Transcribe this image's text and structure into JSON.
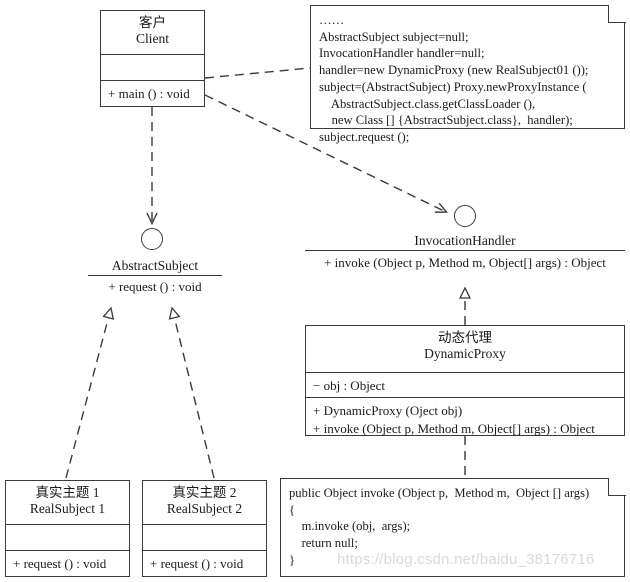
{
  "diagram": {
    "title": "Dynamic Proxy UML class diagram",
    "stroke_color": "#3a3a3a",
    "background": "#ffffff"
  },
  "classes": {
    "client": {
      "name_cn": "客户",
      "name_en": "Client",
      "attributes": [],
      "operations": [
        "+ main () : void"
      ]
    },
    "dynamic_proxy": {
      "name_cn": "动态代理",
      "name_en": "DynamicProxy",
      "attributes": [
        "− obj : Object"
      ],
      "operations": [
        "+ DynamicProxy (Oject obj)",
        "+ invoke (Object p, Method m, Object[] args) : Object"
      ]
    },
    "real_subject_1": {
      "name_cn": "真实主题 1",
      "name_en": "RealSubject 1",
      "attributes": [],
      "operations": [
        "+ request () : void"
      ]
    },
    "real_subject_2": {
      "name_cn": "真实主题 2",
      "name_en": "RealSubject 2",
      "attributes": [],
      "operations": [
        "+ request () : void"
      ]
    }
  },
  "interfaces": {
    "abstract_subject": {
      "name": "AbstractSubject",
      "operation": "+ request () : void"
    },
    "invocation_handler": {
      "name": "InvocationHandler",
      "operation": "+ invoke (Object p, Method m, Object[] args) : Object"
    }
  },
  "notes": {
    "client_code": "……\nAbstractSubject subject=null;\nInvocationHandler handler=null;\nhandler=new DynamicProxy (new RealSubject01 ());\nsubject=(AbstractSubject) Proxy.newProxyInstance (\n    AbstractSubject.class.getClassLoader (),\n    new Class [] {AbstractSubject.class},  handler);\nsubject.request ();",
    "invoke_code": "public Object invoke (Object p,  Method m,  Object [] args)\n{\n    m.invoke (obj,  args);\n    return null;\n}"
  },
  "watermark": "https://blog.csdn.net/baidu_38176716"
}
